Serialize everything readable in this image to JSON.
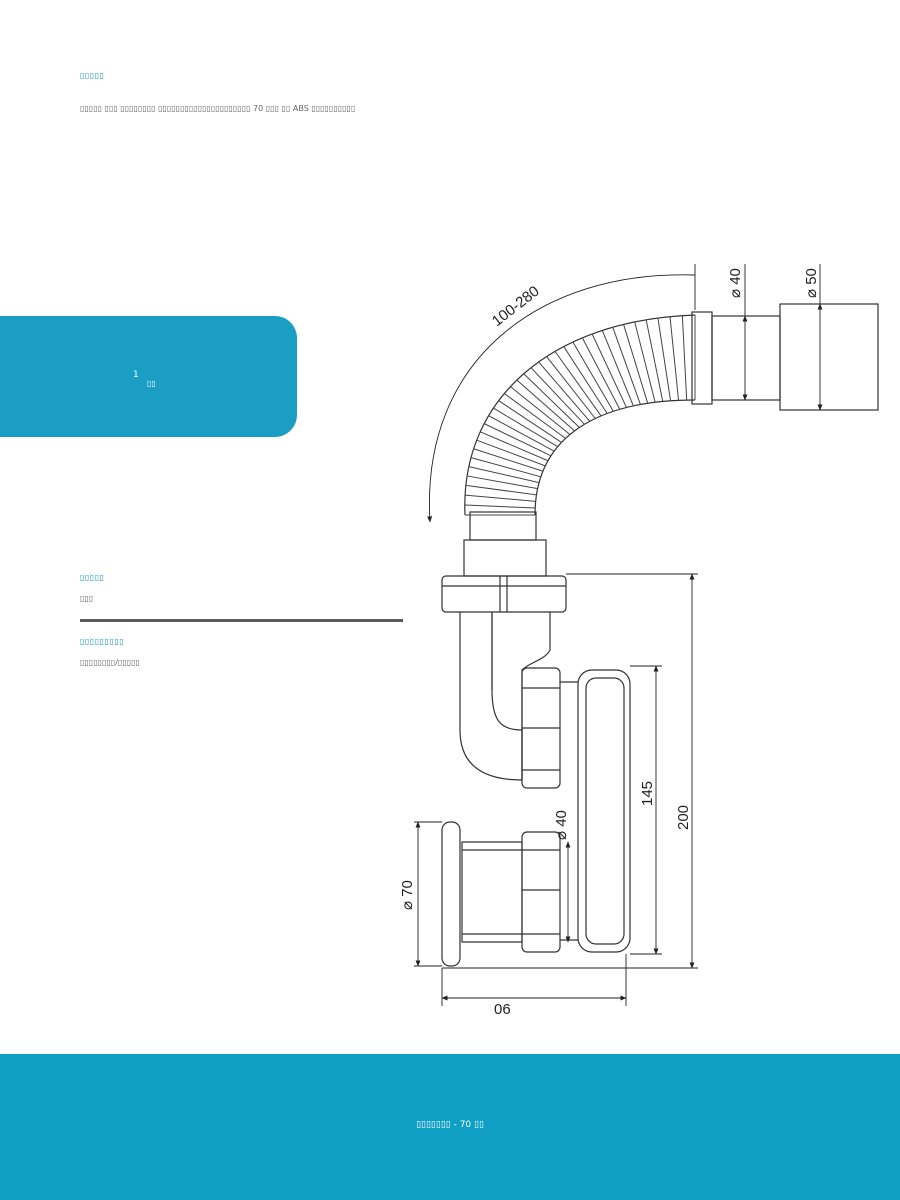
{
  "description": {
    "heading": "▯▯▯▯▯",
    "text": "▯▯▯▯▯ ▯▯▯ ▯▯▯▯▯▯▯▯ ▯▯▯▯▯▯▯▯▯▯▯▯▯▯▯▯▯▯▯▯▯ 70 ▯▯▯ ▯▯ ABS ▯▯▯▯▯▯▯▯▯▯"
  },
  "badge": {
    "number": "1",
    "label": "▯▯"
  },
  "warranty": {
    "heading": "▯▯▯▯▯",
    "text": "▯▯▯"
  },
  "country": {
    "heading": "▯▯▯▯▯▯▯▯▯",
    "text": "▯▯▯▯▯▯▯▯/▯▯▯▯▯"
  },
  "drawing": {
    "dim_arc": "100-280",
    "dim_d40_top": "⌀ 40",
    "dim_d50": "⌀ 50",
    "dim_200": "200",
    "dim_145": "145",
    "dim_d40_outlet": "⌀ 40",
    "dim_d70": "⌀ 70",
    "dim_90": "06"
  },
  "footer": {
    "text": "▯▯▯▯▯▯▯ - 70 ▯▯"
  }
}
